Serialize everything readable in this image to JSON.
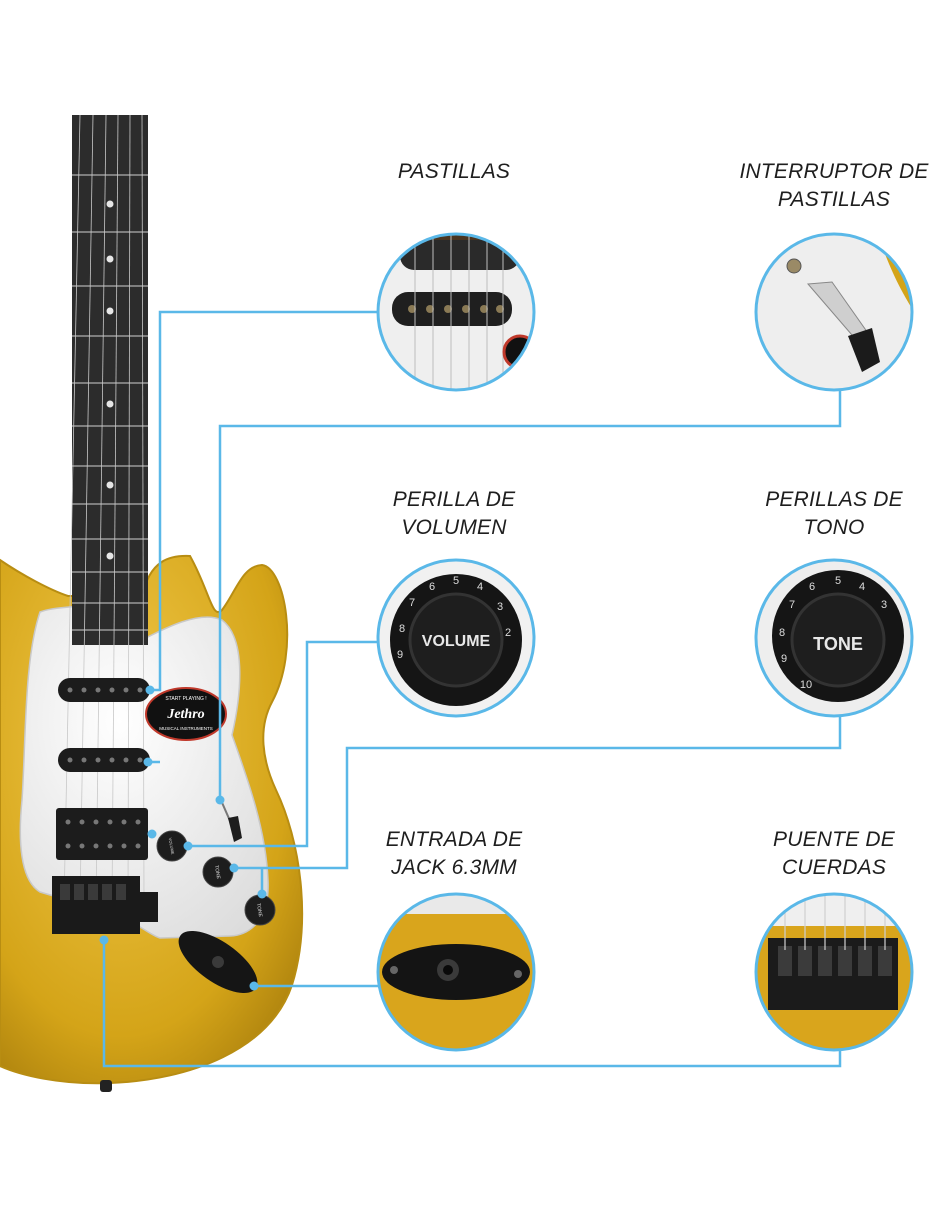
{
  "colors": {
    "leader": "#5ab8e8",
    "guitar_body": "#d6a81a",
    "pickguard": "#f3f3f3",
    "fretboard": "#2b2b2b",
    "hardware": "#1d1d1d"
  },
  "guitar": {
    "sticker_line1": "START PLAYING !",
    "sticker_brand": "Jethro",
    "sticker_line3": "MUSICAL INSTRUMENTS",
    "knob_volume": "VOLUME",
    "knob_tone": "TONE"
  },
  "parts": {
    "pickups": {
      "label": [
        "PASTILLAS"
      ],
      "icon": "pickup-closeup-icon"
    },
    "pickup_switch": {
      "label": [
        "INTERRUPTOR DE",
        "PASTILLAS"
      ],
      "icon": "pickup-switch-closeup-icon"
    },
    "volume_knob": {
      "label": [
        "PERILLA DE",
        "VOLUMEN"
      ],
      "icon": "volume-knob-closeup-icon",
      "knob_text": "VOLUME"
    },
    "tone_knobs": {
      "label": [
        "PERILLAS DE",
        "TONO"
      ],
      "icon": "tone-knob-closeup-icon",
      "knob_text": "TONE"
    },
    "jack_input": {
      "label": [
        "ENTRADA DE",
        "JACK 6.3MM"
      ],
      "icon": "jack-closeup-icon"
    },
    "bridge": {
      "label": [
        "PUENTE DE",
        "CUERDAS"
      ],
      "icon": "bridge-closeup-icon"
    }
  }
}
